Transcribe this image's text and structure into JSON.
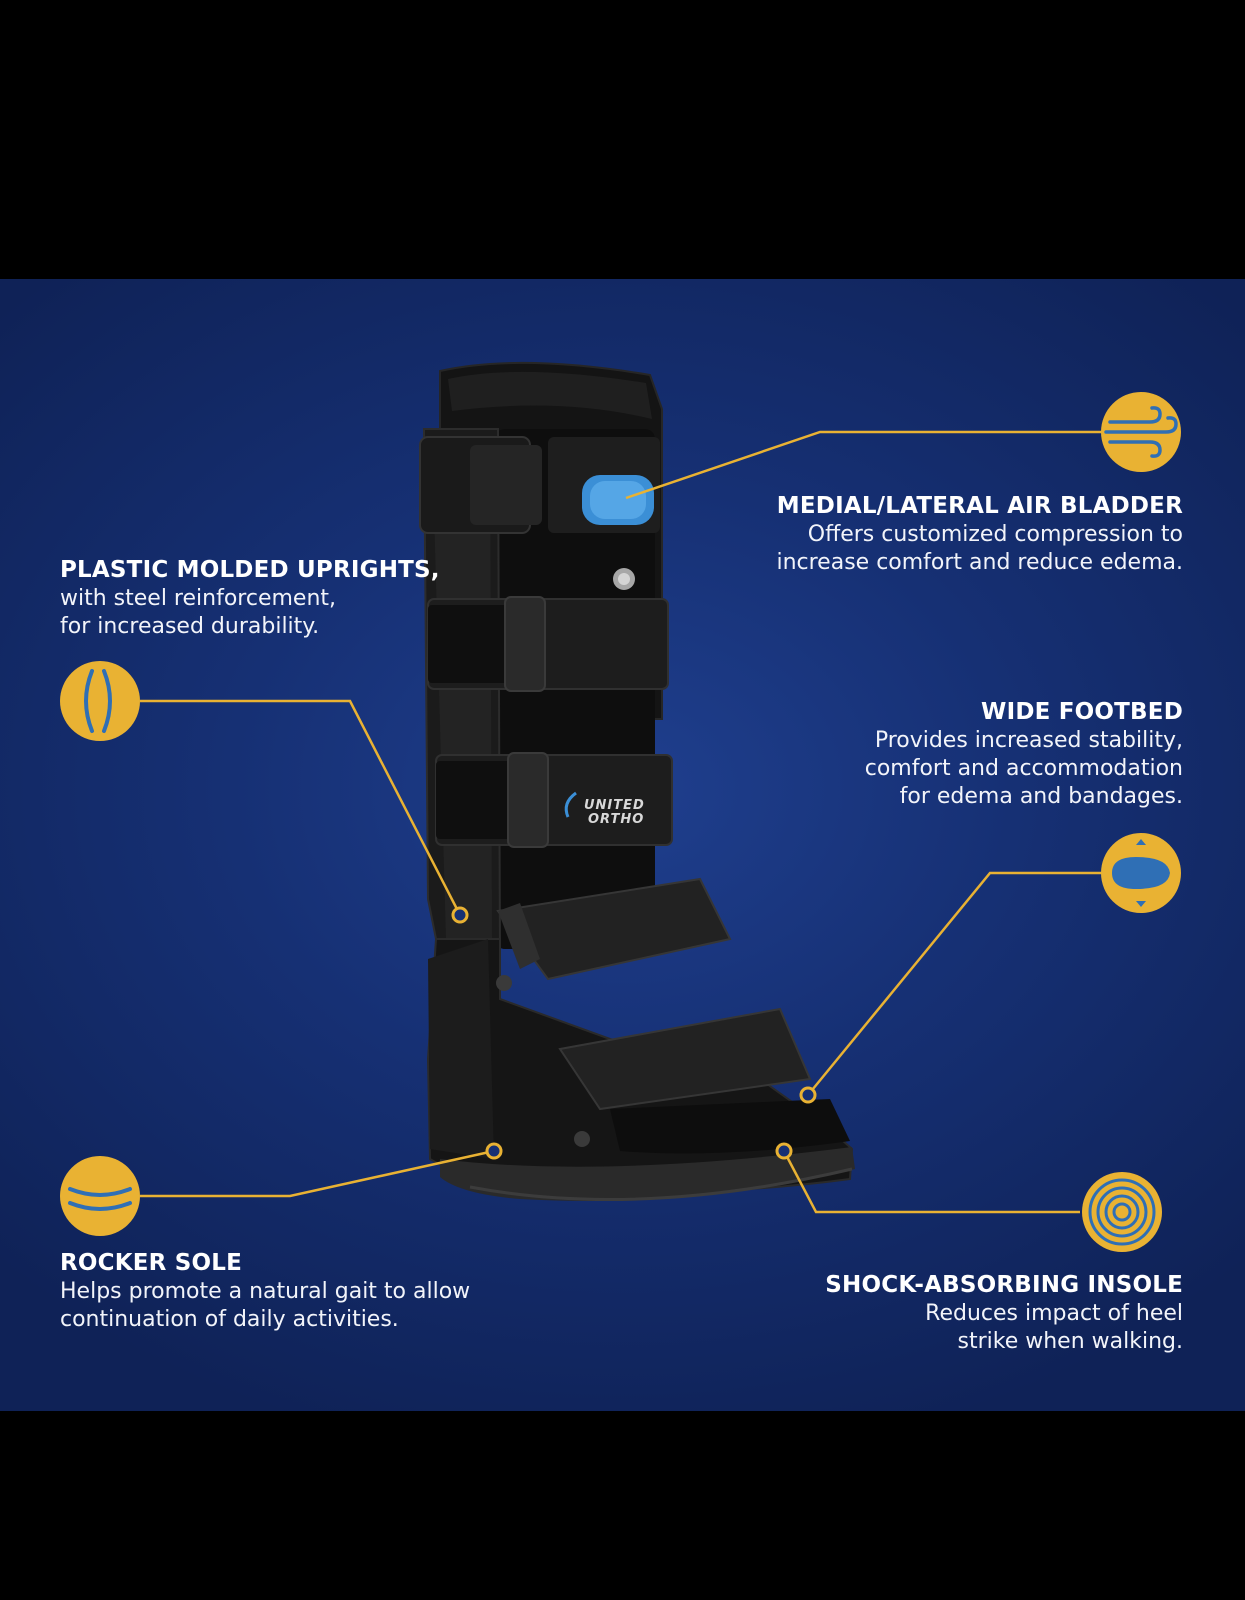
{
  "colors": {
    "background": "#000000",
    "panel": "#163074",
    "accent": "#e9b233",
    "icon_blue": "#2f6fb5",
    "text": "#ffffff"
  },
  "callouts": {
    "air_bladder": {
      "title": "MEDIAL/LATERAL AIR BLADDER",
      "lines": [
        "Offers customized compression to",
        "increase comfort and reduce edema."
      ],
      "icon": "air-flow-icon"
    },
    "uprights": {
      "title": "PLASTIC MOLDED UPRIGHTS,",
      "lines": [
        "with steel reinforcement,",
        "for increased durability."
      ],
      "icon": "uprights-icon"
    },
    "footbed": {
      "title": "WIDE FOOTBED",
      "lines": [
        "Provides increased stability,",
        "comfort and accommodation",
        "for edema and bandages."
      ],
      "icon": "footbed-icon"
    },
    "rocker_sole": {
      "title": "ROCKER SOLE",
      "lines": [
        "Helps promote a natural gait to allow",
        "continuation of daily activities."
      ],
      "icon": "rocker-sole-icon"
    },
    "insole": {
      "title": "SHOCK-ABSORBING INSOLE",
      "lines": [
        "Reduces impact of heel",
        "strike when walking."
      ],
      "icon": "concentric-rings-icon"
    }
  },
  "boot": {
    "logo_line1": "UNITED",
    "logo_line2": "ORTHO"
  }
}
